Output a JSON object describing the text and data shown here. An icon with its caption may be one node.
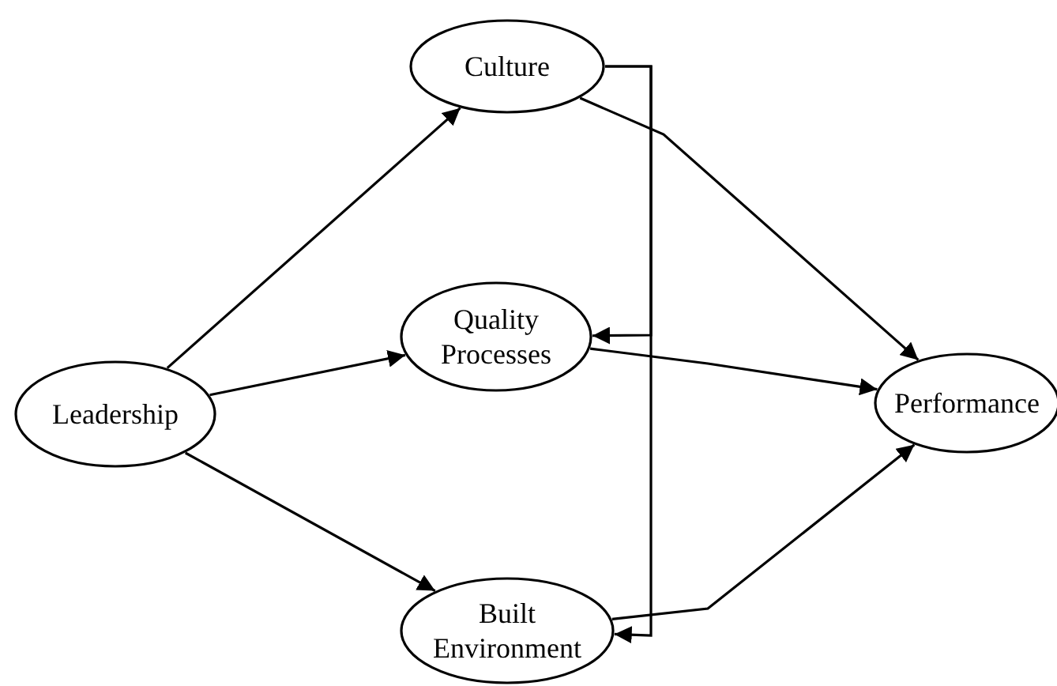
{
  "diagram": {
    "nodes": [
      {
        "text": [
          "Leadership"
        ]
      },
      {
        "text": [
          "Culture"
        ]
      },
      {
        "text": [
          "Quality Processes"
        ]
      },
      {
        "text": [
          "Built Environment"
        ]
      },
      {
        "text": [
          "Performance"
        ]
      }
    ],
    "edges": [
      {
        "from": 0,
        "to": 1,
        "arrow": "to"
      },
      {
        "from": 0,
        "to": 2,
        "arrow": "to"
      },
      {
        "from": 0,
        "to": 3,
        "arrow": "to"
      },
      {
        "from": 1,
        "to": 2,
        "arrow": "to"
      },
      {
        "from": 1,
        "to": 3,
        "arrow": "to"
      },
      {
        "from": 1,
        "to": 4,
        "arrow": "to"
      },
      {
        "from": 2,
        "to": 4,
        "arrow": "to"
      },
      {
        "from": 3,
        "to": 4,
        "arrow": "to"
      }
    ]
  }
}
